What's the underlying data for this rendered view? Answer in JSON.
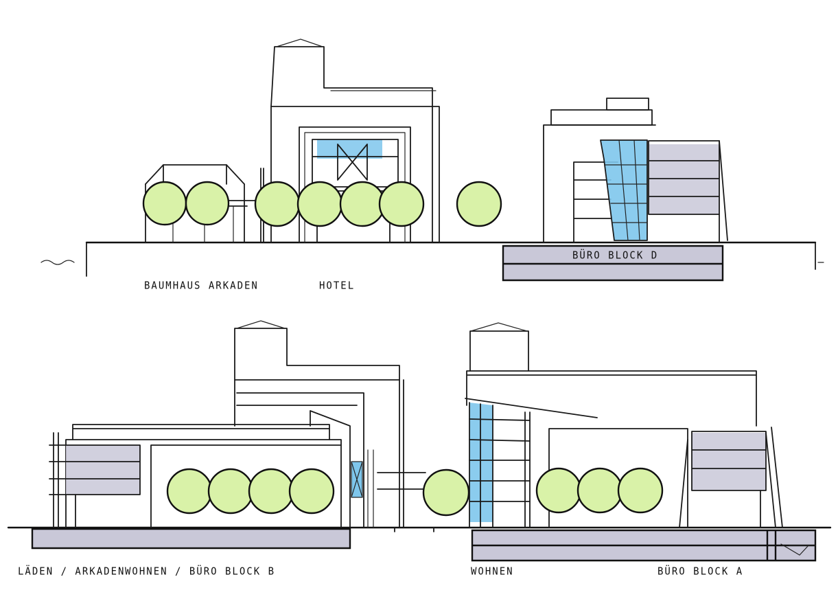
{
  "labels": {
    "baumhaus": "BAUMHAUS ARKADEN",
    "hotel": "HOTEL",
    "buero_d": "BÜRO BLOCK D",
    "laeden": "LÄDEN / ARKADEN",
    "wohnen_buero_b": "WOHNEN / BÜRO BLOCK B",
    "wohnen": "WOHNEN",
    "buero_a": "BÜRO BLOCK A"
  },
  "colors": {
    "glass": "#7ec6ec",
    "tree": "#d9f2a8",
    "slab": "#c9c8d8",
    "ink": "#1a1a1a"
  }
}
